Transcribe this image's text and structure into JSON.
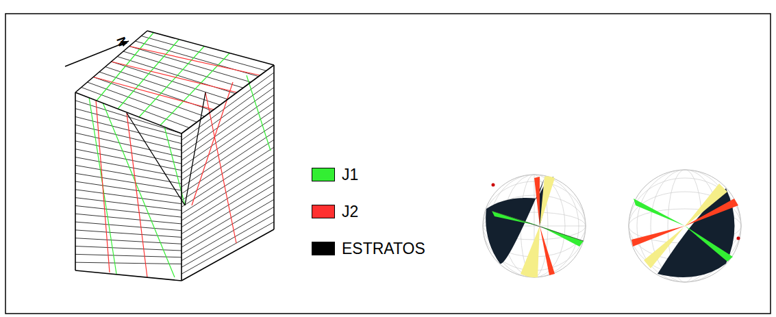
{
  "diagram": {
    "labels": [
      "N"
    ],
    "legend": [
      {
        "text": "J1",
        "color": "#33ee33"
      },
      {
        "text": "J2",
        "color": "#ff3030"
      },
      {
        "text": "ESTRATOS",
        "color": "#000000"
      }
    ]
  }
}
